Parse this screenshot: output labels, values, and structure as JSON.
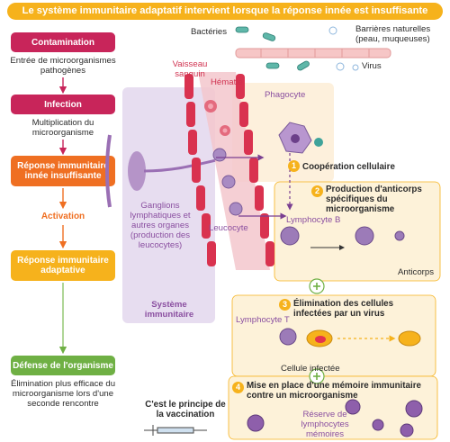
{
  "title": "Le système immunitaire adaptatif intervient lorsque la réponse innée est insuffisante",
  "steps": [
    {
      "label": "Contamination",
      "desc": "Entrée de microorganismes pathogènes",
      "color": "#c8255a"
    },
    {
      "label": "Infection",
      "desc": "Multiplication du microorganisme",
      "color": "#c8255a"
    },
    {
      "label": "Réponse immunitaire innée insuffisante",
      "desc": "",
      "color": "#ef6f22"
    },
    {
      "label": "Activation",
      "desc": "",
      "color": "#ef6f22"
    },
    {
      "label": "Réponse immunitaire adaptative",
      "desc": "",
      "color": "#f6b21c"
    },
    {
      "label": "Défense de l'organisme",
      "desc": "Élimination plus efficace du microorganisme lors d'une seconde rencontre",
      "color": "#6fb044"
    }
  ],
  "labels": {
    "bacteries": "Bactéries",
    "barrieres": "Barrières naturelles (peau, muqueuses)",
    "virus": "Virus",
    "vaisseau": "Vaisseau sanguin",
    "hematie": "Hématie",
    "phagocyte": "Phagocyte",
    "ganglions": "Ganglions lymphatiques et autres organes (production des leucocytes)",
    "leucocyte": "Leucocyte",
    "systeme": "Système immunitaire",
    "lymphocyte_b": "Lymphocyte B",
    "lymphocyte_t": "Lymphocyte T",
    "anticorps": "Anticorps",
    "cellule_infectee": "Cellule infectée",
    "reserve": "Réserve de lymphocytes mémoires",
    "vaccination": "C'est le principe de la vaccination"
  },
  "phases": [
    {
      "num": "1",
      "text": "Coopération cellulaire"
    },
    {
      "num": "2",
      "text": "Production d'anticorps spécifiques du microorganisme"
    },
    {
      "num": "3",
      "text": "Élimination des cellules infectées par un virus"
    },
    {
      "num": "4",
      "text": "Mise en place d'une mémoire immunitaire contre un microorganisme"
    }
  ],
  "colors": {
    "title": "#f6b21c",
    "red": "#c8255a",
    "orange": "#ef6f22",
    "yellow": "#f6b21c",
    "green": "#6fb044",
    "purple": "#8a4fa0",
    "panel": "#fdf2d9"
  }
}
